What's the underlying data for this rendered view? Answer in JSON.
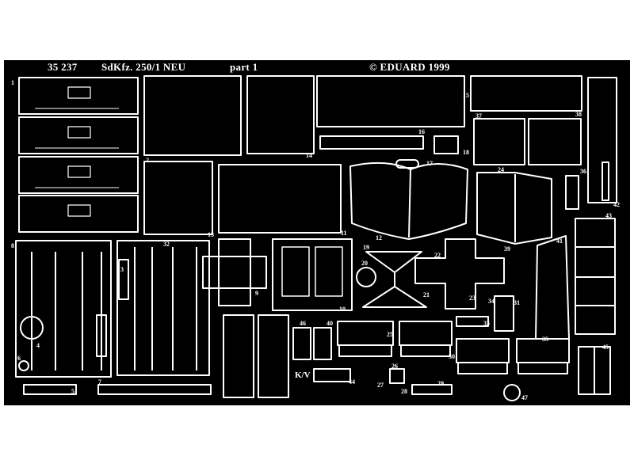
{
  "header": {
    "code": "35 237",
    "title": "SdKfz. 250/1 NEU",
    "part": "part 1",
    "copyright": "© EDUARD 1999"
  },
  "stamp": "K/V",
  "part_numbers": [
    "1",
    "2",
    "3",
    "4",
    "5",
    "6",
    "7",
    "8",
    "9",
    "10",
    "11",
    "12",
    "13",
    "14",
    "15",
    "16",
    "17",
    "18",
    "19",
    "20",
    "21",
    "22",
    "23",
    "24",
    "25",
    "26",
    "27",
    "28",
    "29",
    "30",
    "31",
    "32",
    "33",
    "34",
    "35",
    "36",
    "37",
    "38",
    "39",
    "40",
    "41",
    "42",
    "43",
    "44",
    "45",
    "46",
    "47"
  ],
  "colors": {
    "fret": "#000000",
    "parts": "#ffffff",
    "background": "#ffffff"
  }
}
